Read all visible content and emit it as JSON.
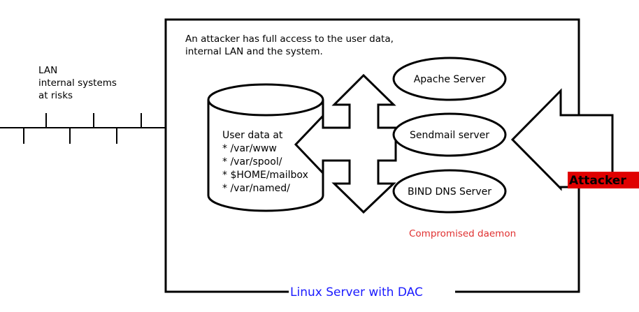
{
  "diagram": {
    "lan": {
      "lines": [
        "LAN",
        "internal systems",
        "at risks"
      ]
    },
    "server_box": {
      "description_lines": [
        "An attacker has full access to the user data,",
        "internal LAN and the system."
      ],
      "title": "Linux Server with DAC",
      "title_color": "#1a1aff"
    },
    "user_data": {
      "lines": [
        "User data at",
        "* /var/www",
        "* /var/spool/",
        "* $HOME/mailbox",
        "* /var/named/"
      ]
    },
    "daemons": [
      {
        "label": "Apache Server"
      },
      {
        "label": "Sendmail server"
      },
      {
        "label": "BIND DNS Server"
      }
    ],
    "compromised_label": "Compromised daemon",
    "compromised_color": "#e03030",
    "attacker": {
      "label": "Attacker",
      "bg_color": "#e00000"
    }
  }
}
